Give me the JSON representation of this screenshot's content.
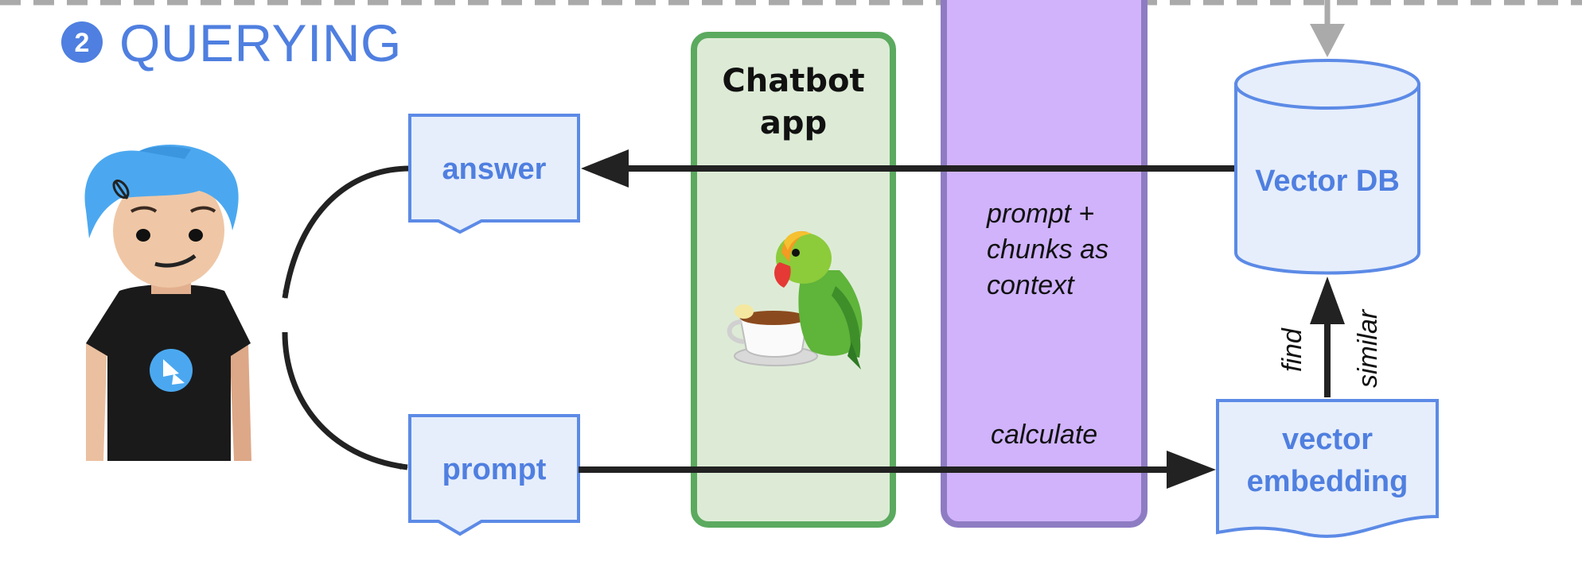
{
  "section": {
    "number": "2",
    "title": "QUERYING"
  },
  "nodes": {
    "answer": "answer",
    "prompt": "prompt",
    "chatbot_app": [
      "Chatbot",
      "app"
    ],
    "vector_db": "Vector DB",
    "vector_embedding": [
      "vector",
      "embedding"
    ]
  },
  "labels": {
    "llm_input": [
      "prompt +",
      "chunks as",
      "context"
    ],
    "calculate": "calculate",
    "find": "find",
    "similar": "similar"
  },
  "colors": {
    "accent_blue": "#4F7FE0",
    "box_fill_blue": "#E6EEFB",
    "box_stroke_blue": "#5C8AE6",
    "app_fill_green": "#DDEBD6",
    "app_stroke_green": "#5BAA5F",
    "llm_fill_purple": "#D0B3FB",
    "llm_stroke_purple": "#8E7CC3",
    "arrow": "#222222",
    "dashed_border": "#AAAAAA"
  },
  "icons": {
    "user": "user-avatar-icon",
    "parrot": "parrot-with-tea-icon"
  }
}
